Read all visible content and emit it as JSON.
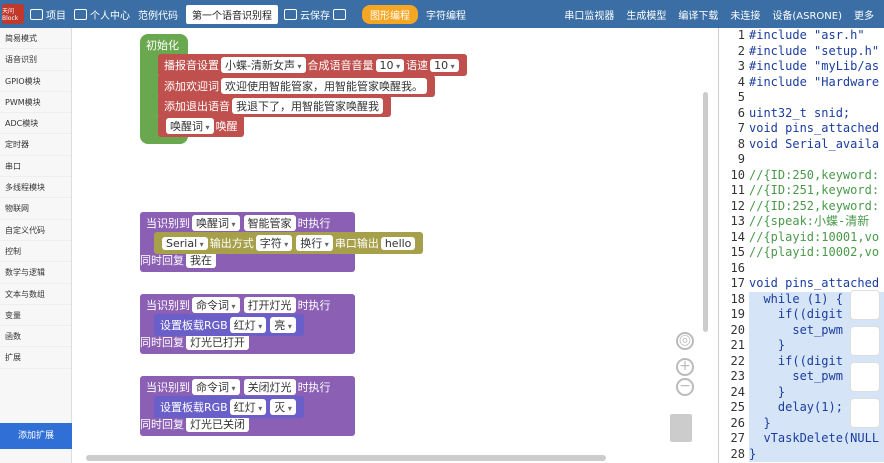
{
  "topbar": {
    "logo": "天问Block",
    "project": "项目",
    "personal": "个人中心",
    "examples": "范例代码",
    "project_name": "第一个语音识别程",
    "save": "云保存",
    "graphic_mode": "图形编程",
    "code_mode": "字符编程",
    "serial": "串口监视器",
    "generate": "生成模型",
    "compile": "编译下载",
    "connect": "未连接",
    "device": "设备(ASRONE)",
    "more": "更多"
  },
  "sidebar": {
    "items": [
      "简易模式",
      "语音识别",
      "GPIO模块",
      "PWM模块",
      "ADC模块",
      "定时器",
      "串口",
      "多线程模块",
      "物联网",
      "自定义代码",
      "控制",
      "数学与逻辑",
      "文本与数组",
      "变量",
      "函数",
      "扩展"
    ],
    "add_ext": "添加扩展"
  },
  "blocks": {
    "init": "初始化",
    "s1": "播报音设置",
    "s1v": "小蝶-清新女声",
    "s1b": "合成语音音量",
    "s1n": "10",
    "s1c": "语速",
    "s1m": "10",
    "s2": "添加欢迎词",
    "s2v": "欢迎使用智能管家，用智能管家唤醒我。",
    "s3": "添加退出语音",
    "s3v": "我退下了，用智能管家唤醒我",
    "s4": "唤醒词",
    "s4v": "唤醒",
    "h1": "当识别到",
    "h1a": "唤醒词",
    "h1b": "智能管家",
    "h1c": "时执行",
    "h1s": "Serial",
    "h1s2": "输出方式",
    "h1s3": "字符",
    "h1s4": "换行",
    "h1s5": "串口输出",
    "h1s6": "hello",
    "h1r": "同时回复",
    "h1rv": "我在",
    "h2": "当识别到",
    "h2a": "命令词",
    "h2b": "打开灯光",
    "h2c": "时执行",
    "h2s": "设置板载RGB",
    "h2s1": "红灯",
    "h2s2": "亮",
    "h2r": "同时回复",
    "h2rv": "灯光已打开",
    "h3": "当识别到",
    "h3a": "命令词",
    "h3b": "关闭灯光",
    "h3c": "时执行",
    "h3s": "设置板载RGB",
    "h3s1": "红灯",
    "h3s2": "灭",
    "h3r": "同时回复",
    "h3rv": "灯光已关闭"
  },
  "code": {
    "lines": [
      {
        "n": "1",
        "t": "#include \"asr.h\""
      },
      {
        "n": "2",
        "t": "#include \"setup.h\""
      },
      {
        "n": "3",
        "t": "#include \"myLib/as"
      },
      {
        "n": "4",
        "t": "#include \"Hardware"
      },
      {
        "n": "5",
        "t": ""
      },
      {
        "n": "6",
        "t": "uint32_t snid;"
      },
      {
        "n": "7",
        "t": "void pins_attached"
      },
      {
        "n": "8",
        "t": "void Serial_availa"
      },
      {
        "n": "9",
        "t": ""
      },
      {
        "n": "10",
        "t": "//{ID:250,keyword:"
      },
      {
        "n": "11",
        "t": "//{ID:251,keyword:"
      },
      {
        "n": "12",
        "t": "//{ID:252,keyword:"
      },
      {
        "n": "13",
        "t": "//{speak:小蝶-清新"
      },
      {
        "n": "14",
        "t": "//{playid:10001,vo"
      },
      {
        "n": "15",
        "t": "//{playid:10002,vo"
      },
      {
        "n": "16",
        "t": ""
      },
      {
        "n": "17",
        "t": "void pins_attached"
      },
      {
        "n": "18",
        "t": "  while (1) {"
      },
      {
        "n": "19",
        "t": "    if((digit"
      },
      {
        "n": "20",
        "t": "      set_pwm"
      },
      {
        "n": "21",
        "t": "    }"
      },
      {
        "n": "22",
        "t": "    if((digit"
      },
      {
        "n": "23",
        "t": "      set_pwm"
      },
      {
        "n": "24",
        "t": "    }"
      },
      {
        "n": "25",
        "t": "    delay(1);"
      },
      {
        "n": "26",
        "t": "  }"
      },
      {
        "n": "27",
        "t": "  vTaskDelete(NULL"
      },
      {
        "n": "28",
        "t": "}"
      }
    ]
  }
}
